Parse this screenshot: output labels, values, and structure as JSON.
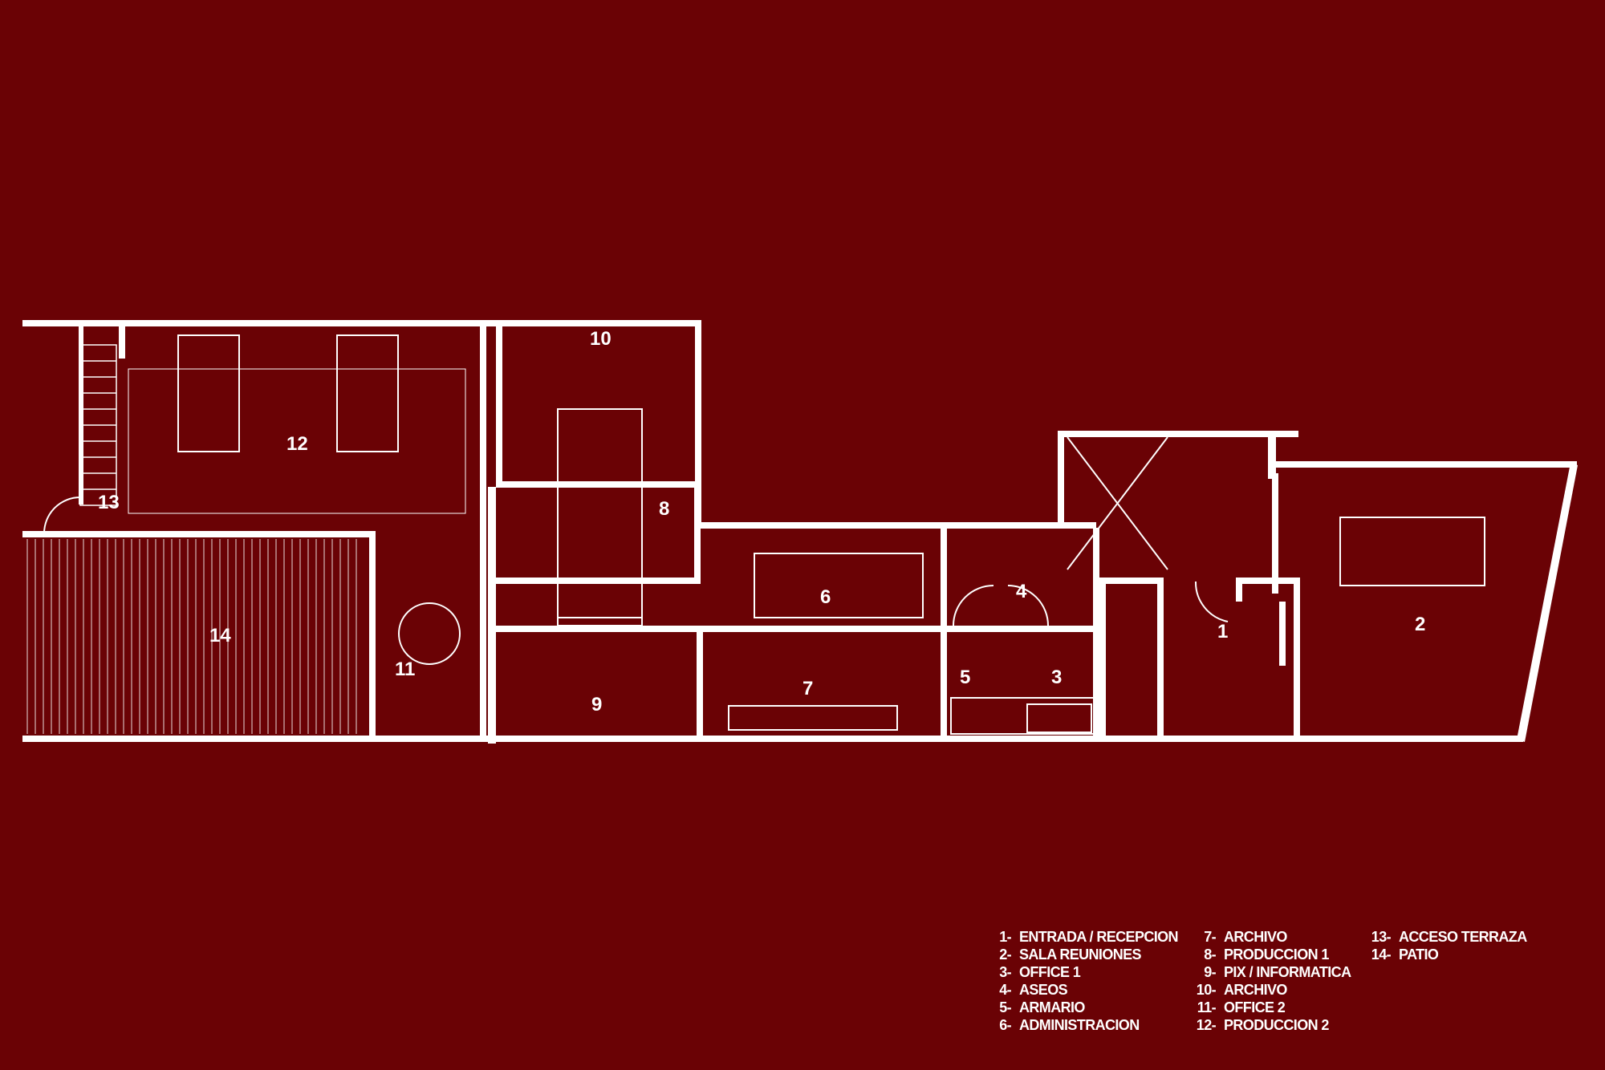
{
  "colors": {
    "background": "#6a0205",
    "lines": "#ffffff"
  },
  "rooms": [
    "1",
    "2",
    "3",
    "4",
    "5",
    "6",
    "7",
    "8",
    "9",
    "10",
    "11",
    "12",
    "13",
    "14"
  ],
  "legend": {
    "col1": [
      {
        "n": "1-",
        "label": "ENTRADA / RECEPCION"
      },
      {
        "n": "2-",
        "label": "SALA REUNIONES"
      },
      {
        "n": "3-",
        "label": "OFFICE 1"
      },
      {
        "n": "4-",
        "label": "ASEOS"
      },
      {
        "n": "5-",
        "label": "ARMARIO"
      },
      {
        "n": "6-",
        "label": "ADMINISTRACION"
      }
    ],
    "col2": [
      {
        "n": "7-",
        "label": "ARCHIVO"
      },
      {
        "n": "8-",
        "label": "PRODUCCION 1"
      },
      {
        "n": "9-",
        "label": "PIX / INFORMATICA"
      },
      {
        "n": "10-",
        "label": "ARCHIVO"
      },
      {
        "n": "11-",
        "label": "OFFICE 2"
      },
      {
        "n": "12-",
        "label": "PRODUCCION 2"
      }
    ],
    "col3": [
      {
        "n": "13-",
        "label": "ACCESO TERRAZA"
      },
      {
        "n": "14-",
        "label": "PATIO"
      }
    ]
  }
}
